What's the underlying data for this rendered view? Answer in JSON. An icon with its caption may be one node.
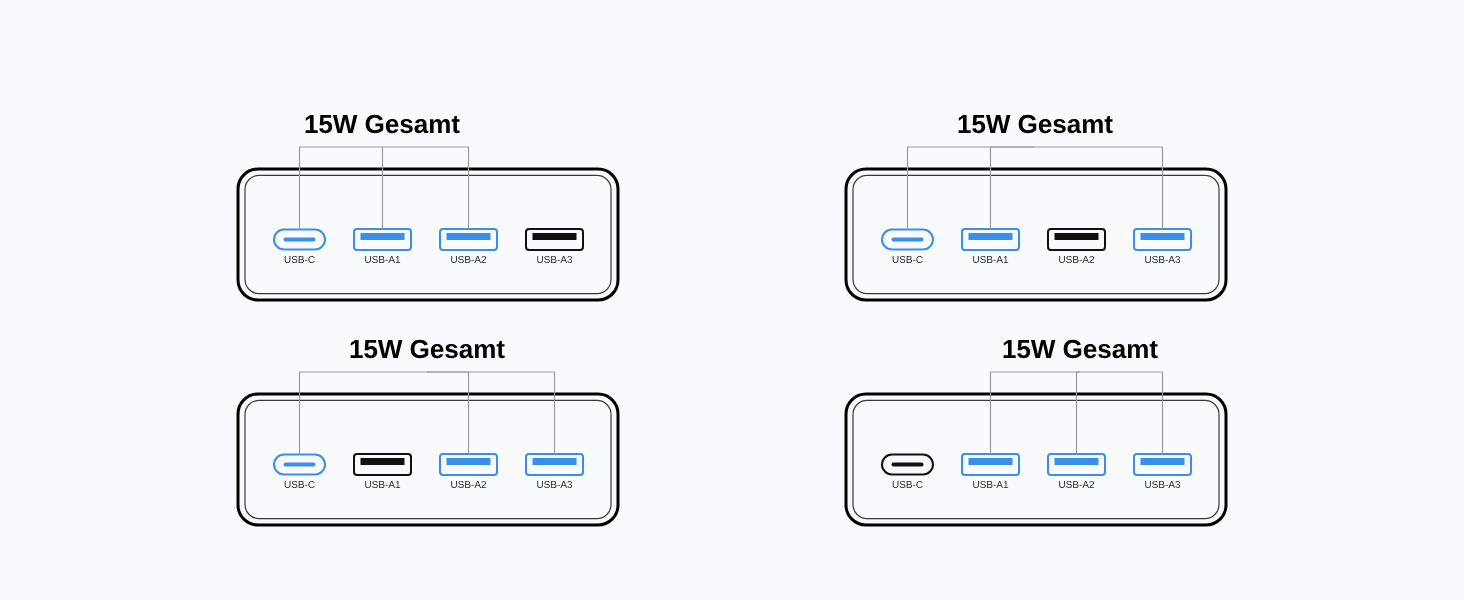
{
  "diagram": {
    "nodes": [
      {
        "text": [
          "15W Gesamt"
        ]
      },
      {
        "text": [],
        "shape": "box"
      },
      {
        "text": [],
        "shape": "pill",
        "in": 1,
        "beside": [
          "USB-C"
        ]
      },
      {
        "text": [],
        "shape": "rectangle",
        "in": 1,
        "beside": [
          "USB-A1"
        ]
      },
      {
        "text": [],
        "shape": "rectangle",
        "in": 1,
        "beside": [
          "USB-A2"
        ]
      },
      {
        "text": [],
        "shape": "rectangle",
        "in": 1,
        "beside": [
          "USB-A3"
        ]
      },
      {
        "text": [
          "15W Gesamt"
        ]
      },
      {
        "text": [],
        "shape": "box"
      },
      {
        "text": [],
        "shape": "pill",
        "in": 7,
        "beside": [
          "USB-C"
        ]
      },
      {
        "text": [],
        "shape": "rectangle",
        "in": 7,
        "beside": [
          "USB-A1"
        ]
      },
      {
        "text": [],
        "shape": "rectangle",
        "in": 7,
        "beside": [
          "USB-A2"
        ]
      },
      {
        "text": [],
        "shape": "rectangle",
        "in": 7,
        "beside": [
          "USB-A3"
        ]
      },
      {
        "text": [
          "15W Gesamt"
        ]
      },
      {
        "text": [],
        "shape": "box"
      },
      {
        "text": [],
        "shape": "pill",
        "in": 13,
        "beside": [
          "USB-C"
        ]
      },
      {
        "text": [],
        "shape": "rectangle",
        "in": 13,
        "beside": [
          "USB-A1"
        ]
      },
      {
        "text": [],
        "shape": "rectangle",
        "in": 13,
        "beside": [
          "USB-A2"
        ]
      },
      {
        "text": [],
        "shape": "rectangle",
        "in": 13,
        "beside": [
          "USB-A3"
        ]
      },
      {
        "text": [
          "15W Gesamt"
        ]
      },
      {
        "text": [],
        "shape": "box"
      },
      {
        "text": [],
        "shape": "pill",
        "in": 19,
        "beside": [
          "USB-C"
        ]
      },
      {
        "text": [],
        "shape": "rectangle",
        "in": 19,
        "beside": [
          "USB-A1"
        ]
      },
      {
        "text": [],
        "shape": "rectangle",
        "in": 19,
        "beside": [
          "USB-A2"
        ]
      },
      {
        "text": [],
        "shape": "rectangle",
        "in": 19,
        "beside": [
          "USB-A3"
        ]
      }
    ],
    "edges": [
      {
        "from": 0,
        "to": 2,
        "arrow": "none"
      },
      {
        "from": 0,
        "to": 3,
        "arrow": "none"
      },
      {
        "from": 0,
        "to": 4,
        "arrow": "none"
      },
      {
        "from": 6,
        "to": 8,
        "arrow": "none"
      },
      {
        "from": 6,
        "to": 9,
        "arrow": "none"
      },
      {
        "from": 6,
        "to": 11,
        "arrow": "none"
      },
      {
        "from": 12,
        "to": 14,
        "arrow": "none"
      },
      {
        "from": 12,
        "to": 16,
        "arrow": "none"
      },
      {
        "from": 12,
        "to": 17,
        "arrow": "none"
      },
      {
        "from": 18,
        "to": 21,
        "arrow": "none"
      },
      {
        "from": 18,
        "to": 22,
        "arrow": "none"
      },
      {
        "from": 18,
        "to": 23,
        "arrow": "none"
      }
    ]
  }
}
